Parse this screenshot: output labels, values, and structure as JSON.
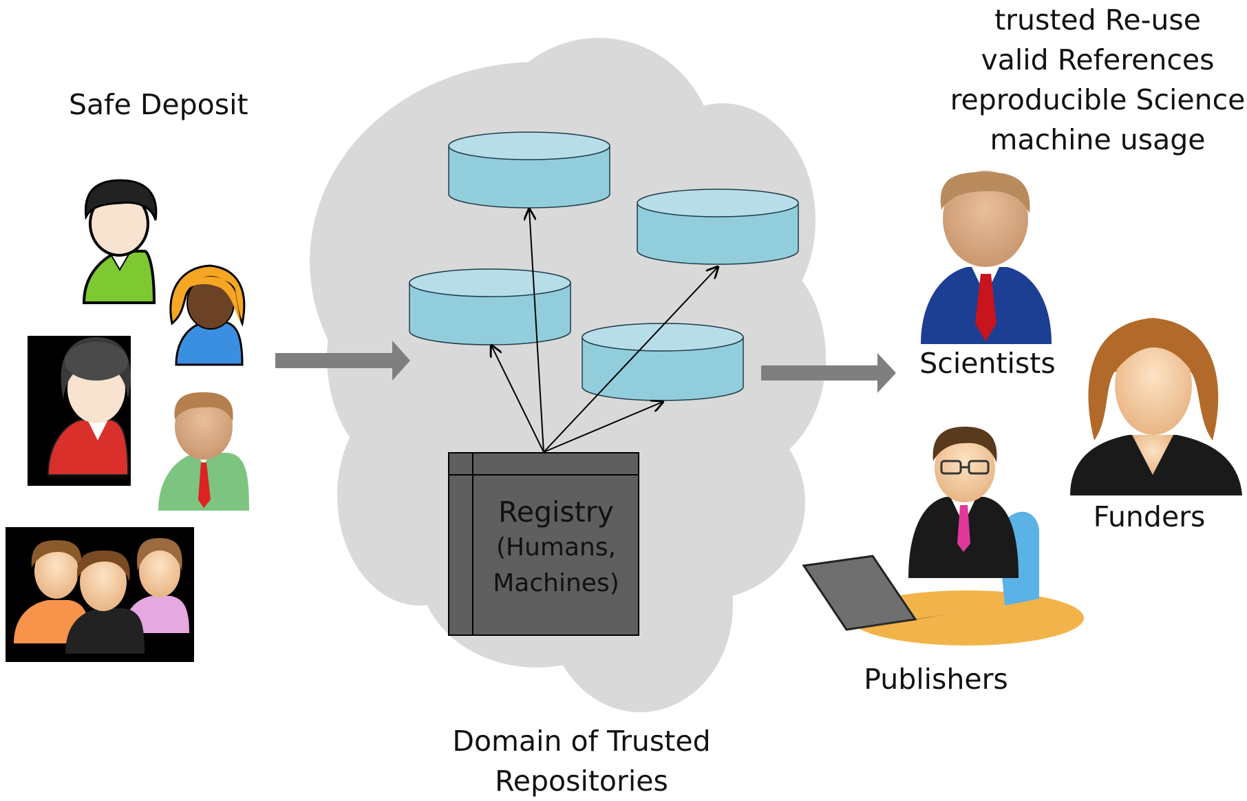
{
  "labels": {
    "safe_deposit": "Safe Deposit",
    "benefits": [
      "trusted Re-use",
      "valid References",
      "reproducible Science",
      "machine usage"
    ],
    "domain": [
      "Domain of Trusted",
      "Repositories"
    ],
    "scientists": "Scientists",
    "funders": "Funders",
    "publishers": "Publishers"
  },
  "registry": {
    "title": "Registry",
    "subtitle": [
      "(Humans,",
      "Machines)"
    ]
  },
  "icons": {
    "depositors": [
      "person-green-icon",
      "person-woman-blue-icon",
      "person-woman-red-icon",
      "person-man-green-icon",
      "group-icon"
    ],
    "scientist": "scientist-icon",
    "funder": "funder-icon",
    "publisher": "publisher-laptop-icon"
  },
  "colors": {
    "cloud": "#d9d9d9",
    "repository": "#92cddc",
    "repository_top": "#b7dde8",
    "registry": "#5f5f5f",
    "flow_arrow": "#7f7f7f"
  }
}
